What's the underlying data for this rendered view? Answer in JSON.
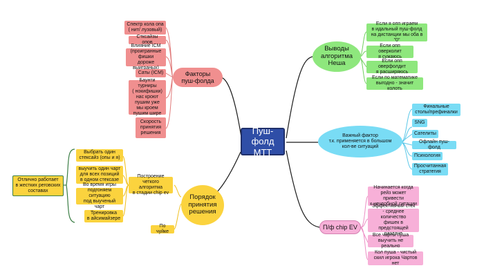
{
  "colors": {
    "root": "#2f4ea7",
    "factors": "#f08f8f",
    "outcomes": "#8ee77d",
    "tools": "#79dcf5",
    "decision": "#fbd33e",
    "chip_ev": "#f7b0d8"
  },
  "root": {
    "label": "Пуш-фолд\nМТТ"
  },
  "factors": {
    "label": "Факторы\nпуш-фолда",
    "items": [
      "Спектр кола опа\n( нит/ лузовый)",
      "Стксайзы опов",
      "Влияние ICM\n(проигранные фишки\nдороже выиграных)",
      "Саты (ICM)",
      "Баунти турниры\n( нокифишки)\nнас кроют\nпушим уже\nмы кроем\nпушим шире",
      "Скорость\nпринятия\nрешения"
    ]
  },
  "nash": {
    "label": "Выводы\nалгоритма\nНеша",
    "items": [
      "Если я опп играем\nв идальный пуш-фолд\nна дистанции мы оба в \"0\"",
      "Если опп оверколит\nя сужаюсь",
      "Если опп оверфолдит\nя расширяюсь",
      "Если по математике\nвыгодно - значит колоть"
    ]
  },
  "factor": {
    "label": "Важный фактор\nт.к. применяется в большом\nкол-ве ситуаций",
    "items": [
      "Финальные\nстолы/префиналки",
      "SNG",
      "Сателиты",
      "Офлайн пуш-фолд",
      "Психология",
      "Просчитанная\nстратегия"
    ]
  },
  "decision": {
    "label": "Порядок\nпринятия\nрешения",
    "build_label": "Построение\nчеткого алгоритма\nв стадии chip ev",
    "items": [
      "Выбрать один\nстексайз (опы и я)",
      "выучить один чарт\nдля всех позиций\nв одном стексазе",
      "Во время игры\nподгоняем ситуацию\nпод выученый чарт",
      "Тренировка\nв айсимайзере"
    ],
    "note": "Отлично работает\nв жестких реговских\nсоставах",
    "gut_label": "По чуйке"
  },
  "chip_ev": {
    "label": "П/ф chip EV",
    "items": [
      "Начинается когда\nрейз может привести\nк неудобной ситации",
      "Эффективный стек\n- среднее количество\nфишек в предстоящей\nраздаче",
      "Все чарты пуша\nвыучить не реально",
      "Кол пуша - чистый\nскил игрока Чартов нет"
    ]
  }
}
